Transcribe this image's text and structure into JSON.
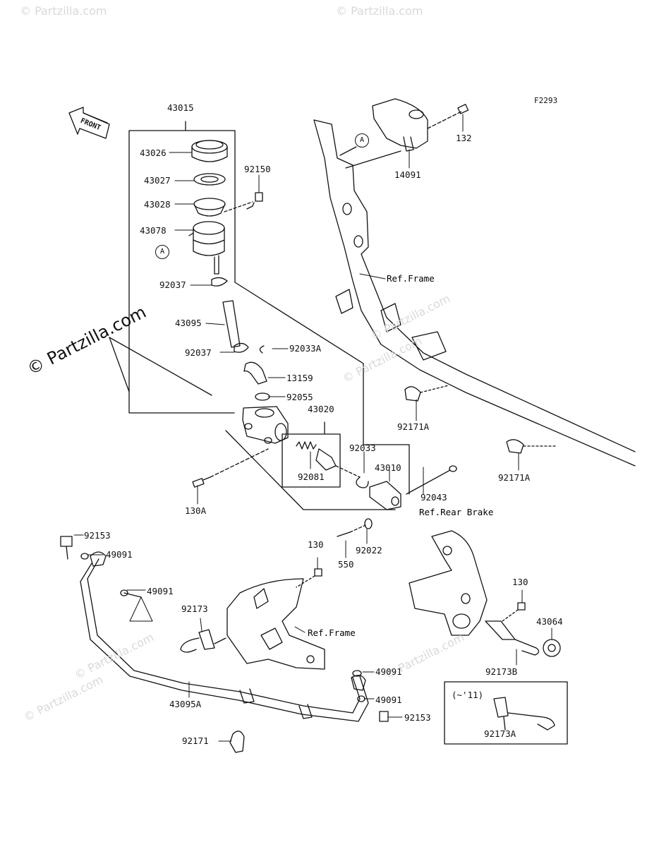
{
  "diagram": {
    "code": "F2293",
    "front_label": "FRONT",
    "marker": "A",
    "qualifier": "(~'11)",
    "watermark": "© Partzilla.com",
    "refs": {
      "frame_upper": "Ref.Frame",
      "frame_lower": "Ref.Frame",
      "rear_brake": "Ref.Rear Brake"
    },
    "parts": {
      "p43015": "43015",
      "p43026": "43026",
      "p43027": "43027",
      "p43028": "43028",
      "p43078": "43078",
      "p92150": "92150",
      "p92037a": "92037",
      "p43095": "43095",
      "p92037b": "92037",
      "p92033A": "92033A",
      "p13159": "13159",
      "p92055": "92055",
      "p43020": "43020",
      "p92081": "92081",
      "p92033": "92033",
      "p43010": "43010",
      "p130A": "130A",
      "p92043": "92043",
      "p92022": "92022",
      "p550": "550",
      "p132": "132",
      "p14091": "14091",
      "p92171A_1": "92171A",
      "p92171A_2": "92171A",
      "p92153a": "92153",
      "p49091a": "49091",
      "p49091b": "49091",
      "p130a": "130",
      "p92173": "92173",
      "p130b": "130",
      "p43064": "43064",
      "p92173B": "92173B",
      "p49091c": "49091",
      "p49091d": "49091",
      "p92153b": "92153",
      "p43095A": "43095A",
      "p92171": "92171",
      "p92173A": "92173A"
    }
  }
}
